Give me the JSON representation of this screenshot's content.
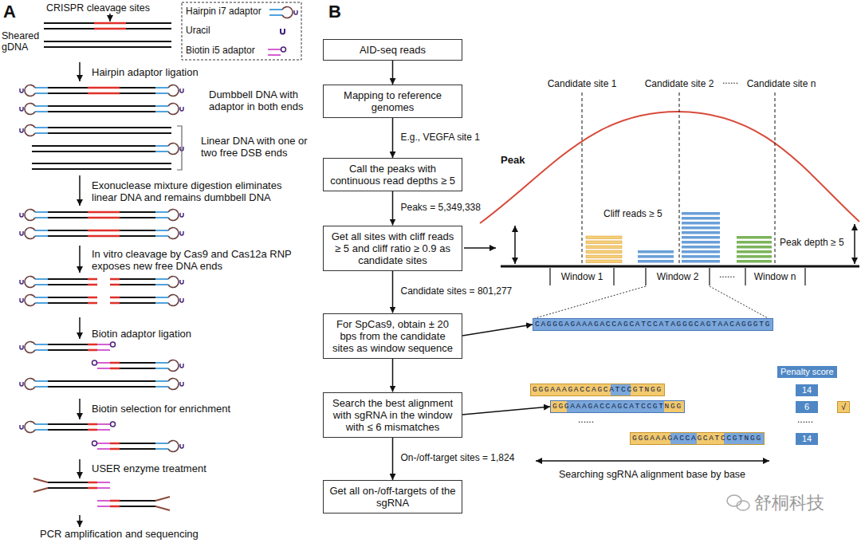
{
  "diagram": {
    "nodes": [
      {
        "text": [
          "AID-seq reads"
        ]
      },
      {
        "text": [
          "Mapping to reference genomes"
        ]
      },
      {
        "text": [
          "Call the peaks with continuous read depths ≥ 5"
        ]
      },
      {
        "text": [
          "Get all sites with cliff reads ≥ 5 and cliff ratio ≥ 0.9 as candidate sites"
        ]
      },
      {
        "text": [
          "For SpCas9, obtain ± 20 bps from the candidate sites as window sequence"
        ]
      },
      {
        "text": [
          "Search the best alignment with sgRNA in the window with ≤ 6 mismatches"
        ]
      },
      {
        "text": [
          "Get all on-/off-targets of the sgRNA"
        ]
      },
      {
        "text": [
          "CAGGGAGAAAGACCAGCATCCATAGGGCAGTAACAGGGTG"
        ]
      },
      {
        "text": [
          "Penalty score"
        ]
      },
      {
        "text": [
          "GGGAAAGACCAGCATCCGTNGG"
        ]
      },
      {
        "text": [
          "14"
        ]
      },
      {
        "text": [
          "GGGAAAGACCAGCATCCGTNGG"
        ]
      },
      {
        "text": [
          "6"
        ]
      },
      {
        "text": [
          "√"
        ]
      },
      {
        "text": [
          "GGGAAAGACCAGCATCCGTNGG"
        ]
      },
      {
        "text": [
          "14"
        ]
      }
    ],
    "edges": [
      {
        "from": 0,
        "to": 1,
        "arrow": "to"
      },
      {
        "from": 1,
        "to": 2,
        "arrow": "to",
        "label": "E.g., VEGFA site 1"
      },
      {
        "from": 2,
        "to": 3,
        "arrow": "to",
        "label": "Peaks = 5,349,338"
      },
      {
        "from": 3,
        "to": 4,
        "arrow": "to",
        "label": "Candidate sites = 801,277"
      },
      {
        "from": 4,
        "to": 5,
        "arrow": "to"
      },
      {
        "from": 5,
        "to": 6,
        "arrow": "to",
        "label": "On-/off-target sites = 1,824"
      },
      {
        "from": 4,
        "to": 7,
        "arrow": "to"
      },
      {
        "from": 5,
        "to": 11,
        "arrow": "to"
      }
    ],
    "labels": [
      "A",
      "CRISPR cleavage sites",
      "Sheared gDNA",
      "Hairpin adaptor ligation",
      "Dumbbell DNA with adaptor in both ends",
      "Linear DNA with one or two free DSB ends",
      "Exonuclease mixture digestion eliminates linear DNA and remains dumbbell DNA",
      "In vitro cleavage by Cas9 and Cas12a RNP exposes new free DNA ends",
      "Biotin adaptor ligation",
      "Biotin selection for enrichment",
      "USER enzyme treatment",
      "PCR amplification and sequencing",
      "B",
      "Candidate site 1",
      "Candidate site 2",
      "......",
      "Candidate site n",
      "Peak",
      "Cliff reads ≥ 5",
      "Peak depth ≥ 5",
      "Window 1",
      "Window 2",
      "......",
      "Window n",
      "......",
      "......",
      "Searching sgRNA alignment base by base",
      "舒桐科技"
    ],
    "legend": [
      {
        "text": "Hairpin i7 adaptor"
      },
      {
        "text": "Uracil"
      },
      {
        "text": "Biotin i5 adaptor"
      }
    ]
  }
}
